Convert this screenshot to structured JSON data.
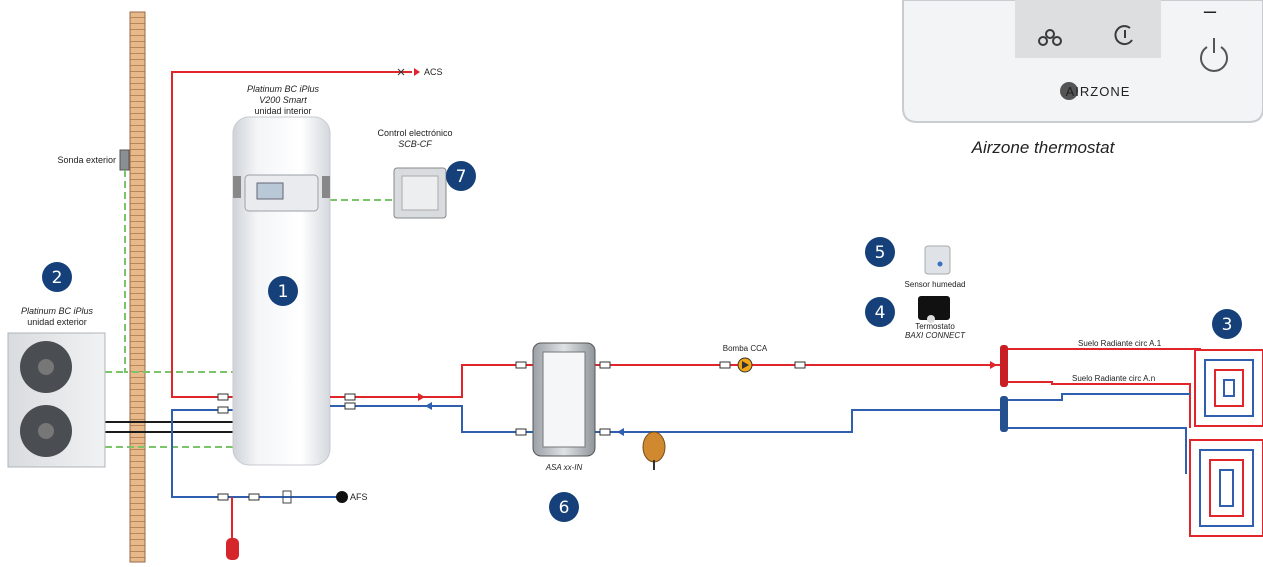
{
  "labels": {
    "acs": "ACS",
    "indoor_unit_l1": "Platinum BC iPlus",
    "indoor_unit_l2": "V200 Smart",
    "indoor_unit_l3": "unidad interior",
    "control_l1": "Control electrónico",
    "control_l2": "SCB-CF",
    "sonda": "Sonda exterior",
    "outdoor_l1": "Platinum BC iPlus",
    "outdoor_l2": "unidad exterior",
    "sensor": "Sensor humedad",
    "termostato_l1": "Termostato",
    "termostato_l2": "BAXI CONNECT",
    "bomba": "Bomba CCA",
    "asa": "ASA xx-IN",
    "suelo_a1": "Suelo Radiante circ A.1",
    "suelo_an": "Suelo Radiante circ A.n",
    "afs": "AFS"
  },
  "badges": {
    "b1": "1",
    "b2": "2",
    "b3": "3",
    "b4": "4",
    "b5": "5",
    "b6": "6",
    "b7": "7"
  },
  "airzone": {
    "brand": "AIRZONE",
    "minus": "–",
    "caption": "Airzone thermostat"
  },
  "colors": {
    "hot": "#e0262b",
    "cold": "#2f5fae",
    "signal": "#7cc46a",
    "badge": "#16407a"
  }
}
